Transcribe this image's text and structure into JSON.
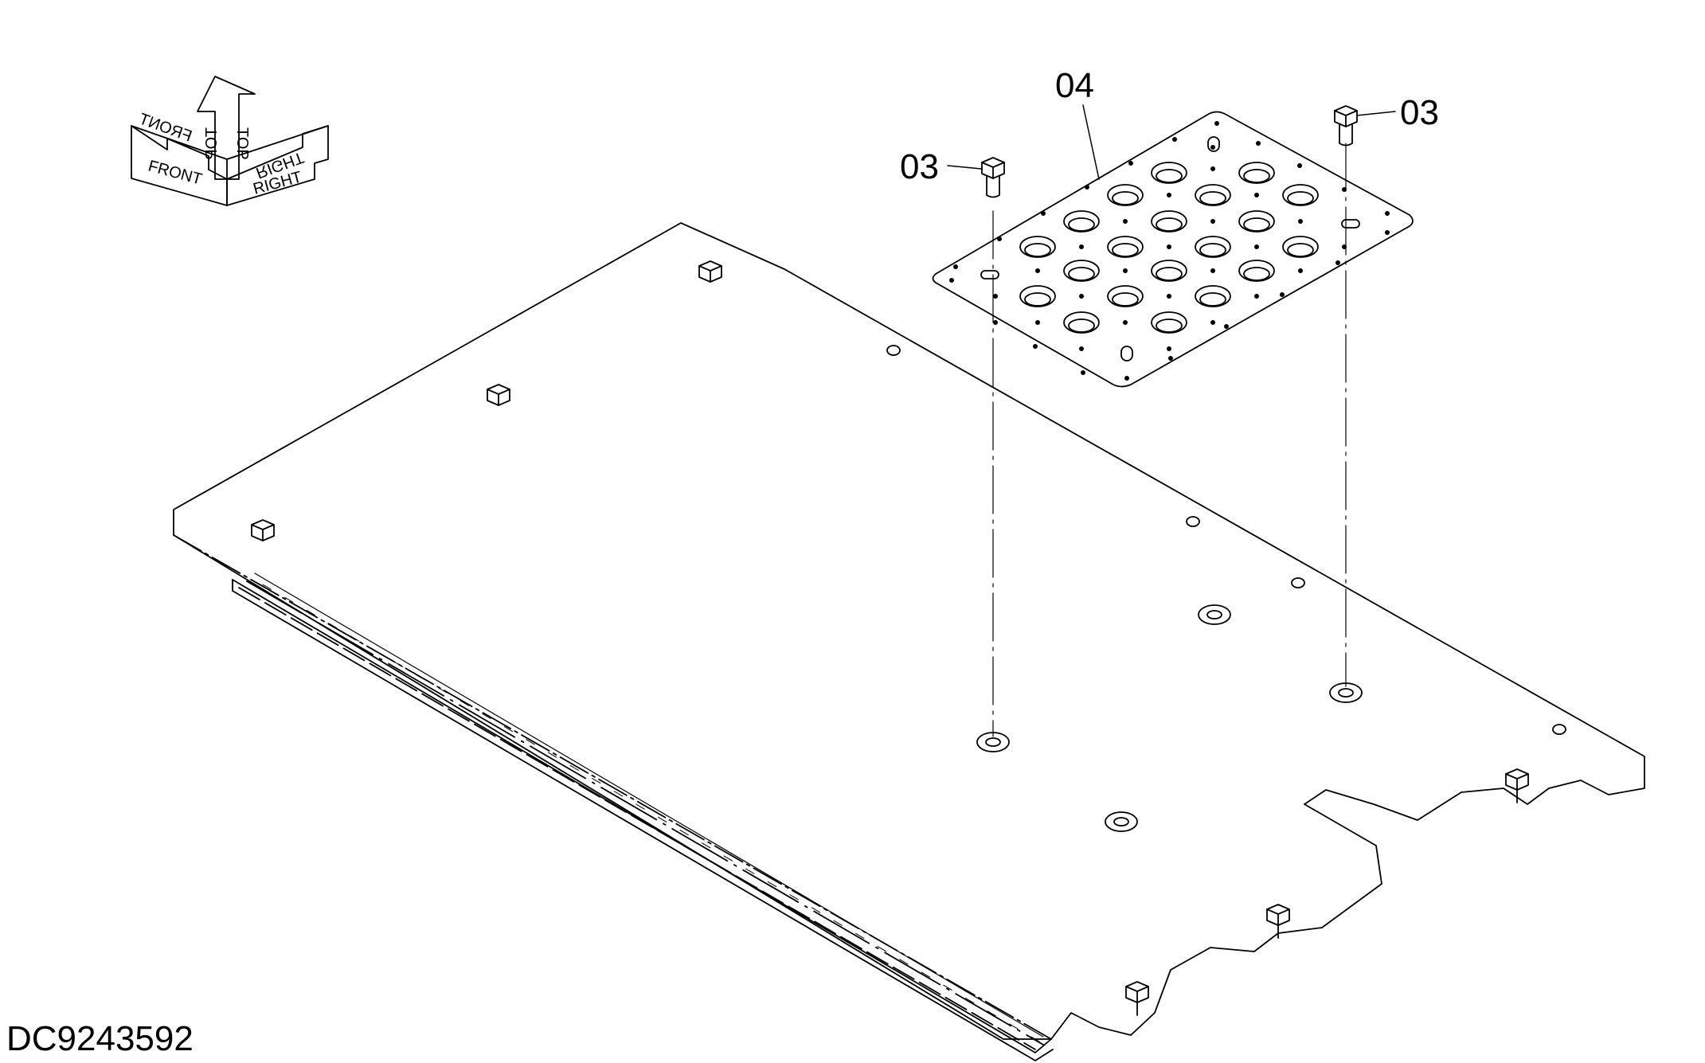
{
  "drawing": {
    "id": "DC9243592",
    "callouts": {
      "plate": "04",
      "bolt_left": "03",
      "bolt_right": "03"
    },
    "orientation": {
      "front": "FRONT",
      "top": "TOP",
      "right": "RIGHT"
    },
    "ink_color": "#000000"
  }
}
